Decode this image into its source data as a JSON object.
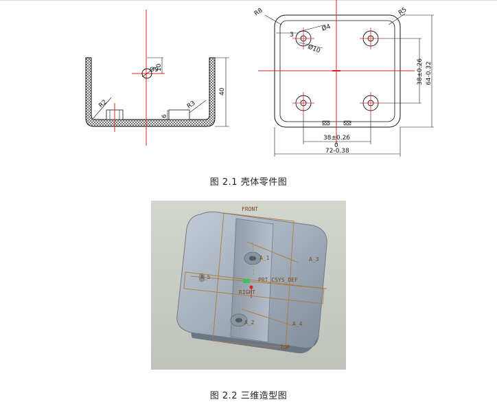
{
  "figure1": {
    "caption": "图 2.1 壳体零件图",
    "side_view": {
      "dim_radius_bottom": "R2",
      "dim_radius_corner": "R3",
      "dim_height": "40",
      "dim_hole_offset": "10",
      "dim_hole_dia": "Ø9",
      "dim_boss_height": "6"
    },
    "top_view": {
      "dim_r_left": "R8",
      "dim_r_right": "R5",
      "dim_3": "3",
      "dim_dia4": "Ø4",
      "dim_dia10": "Ø10",
      "dim_v_inner": "38±0.26",
      "dim_v_outer": "64-0.32",
      "dim_h_inner": "38±0.26",
      "dim_zero": "0",
      "dim_h_outer": "72-0.38"
    }
  },
  "figure2": {
    "caption": "图 2.2 三维造型图",
    "labels": {
      "front": "FRONT",
      "a1": "A_1",
      "a2": "A_2",
      "a3": "A_3",
      "a4": "A_4",
      "a5": "A_5",
      "csys": "PRT_CSYS_DEF",
      "right": "RIGHT",
      "top": "TOP"
    }
  },
  "colors": {
    "centerline": "#e0201c",
    "line": "#111111",
    "model_body": "#a9b6c3",
    "datum": "#b07a3a",
    "viewport_bg": "#c9ccc6"
  }
}
